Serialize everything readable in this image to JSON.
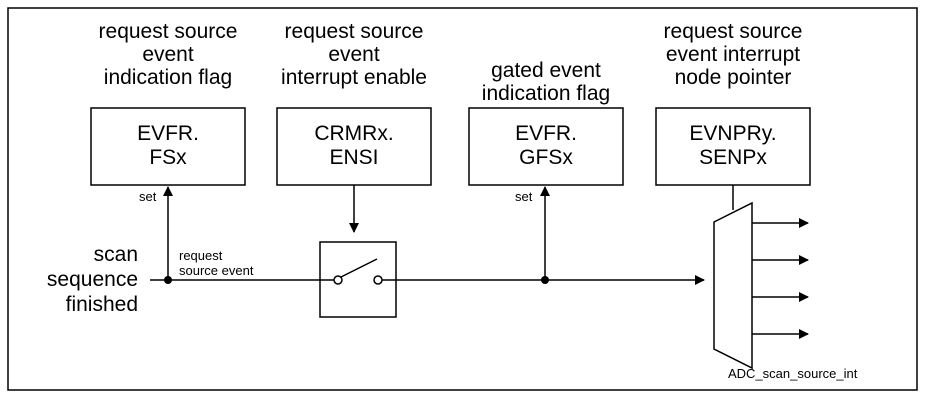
{
  "blocks": [
    {
      "header": [
        "request source",
        "event",
        "indication flag"
      ],
      "box": [
        "EVFR.",
        "FSx"
      ]
    },
    {
      "header": [
        "request source",
        "event",
        "interrupt enable"
      ],
      "box": [
        "CRMRx.",
        "ENSI"
      ]
    },
    {
      "header": [
        "gated event",
        "indication flag"
      ],
      "box": [
        "EVFR.",
        "GFSx"
      ]
    },
    {
      "header": [
        "request source",
        "event interrupt",
        "node pointer"
      ],
      "box": [
        "EVNPRy.",
        "SENPx"
      ]
    }
  ],
  "input_label": [
    "scan",
    "sequence",
    "finished"
  ],
  "event_label": [
    "request",
    "source event"
  ],
  "set_label": "set",
  "figure_id": "ADC_scan_source_int",
  "colors": {
    "line": "#000000",
    "background": "#ffffff"
  }
}
